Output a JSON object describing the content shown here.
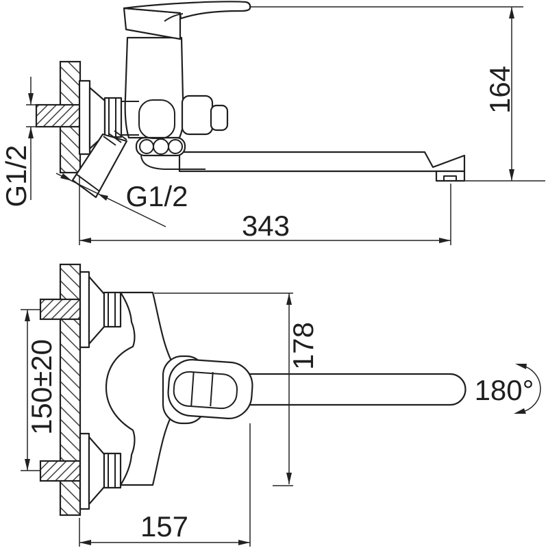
{
  "drawing": {
    "description": "Installation dimension drawing of a wall-mounted single-lever bath mixer with long swivel spout, side view (top) and front view (bottom)",
    "colors": {
      "line": "#1f1f1f",
      "dimension_line": "#222222",
      "background": "#ffffff"
    },
    "side_view": {
      "pipe_thread_label": "G1/2",
      "shower_outlet_thread_label": "G1/2",
      "overall_height": "164",
      "spout_reach": "343"
    },
    "front_view": {
      "connection_centers": "150±20",
      "body_height": "178",
      "wall_to_handle": "157",
      "spout_swivel_angle": "180°"
    }
  }
}
